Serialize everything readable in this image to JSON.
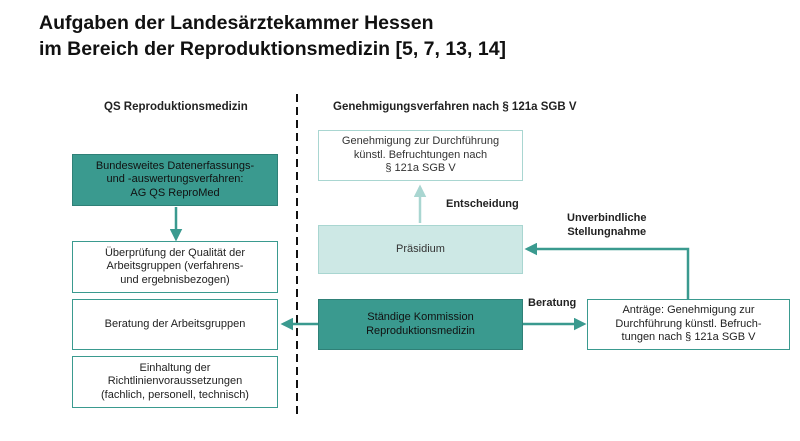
{
  "title": {
    "line1": "Aufgaben der Landesärztekammer Hessen",
    "line2": "im Bereich der Reproduktionsmedizin [5, 7, 13, 14]"
  },
  "left_section": {
    "heading": "QS Reproduktionsmedizin",
    "national_box": [
      "Bundesweites Datenerfassungs-",
      "und -auswertungsverfahren:",
      "AG QS ReproMed"
    ],
    "quality_box": [
      "Überprüfung der Qualität der",
      "Arbeitsgruppen (verfahrens-",
      "und ergebnisbezogen)"
    ],
    "advice_box": [
      "Beratung der Arbeitsgruppen"
    ],
    "compliance_box": [
      "Einhaltung der",
      "Richtlinienvoraussetzungen",
      "(fachlich, personell, technisch)"
    ]
  },
  "right_section": {
    "heading": "Genehmigungsverfahren nach  §  121a SGB V",
    "approval_box": [
      "Genehmigung zur Durchführung",
      "künstl. Befruchtungen nach",
      "§ 121a SGB V"
    ],
    "presidium_box": [
      "Präsidium"
    ],
    "commission_box": [
      "Ständige Kommission",
      "Reproduktionsmedizin"
    ],
    "applications_box": [
      "Anträge: Genehmigung zur",
      "Durchführung künstl. Befruch-",
      "tungen nach  § 121a SGB V"
    ],
    "label_decision": "Entscheidung",
    "label_statement": [
      "Unverbindliche",
      "Stellungnahme"
    ],
    "label_advice": "Beratung"
  },
  "colors": {
    "teal": "#3a9a8f",
    "light_teal": "#cde8e5",
    "border_light": "#a9d6d1",
    "divider": "#111111"
  }
}
